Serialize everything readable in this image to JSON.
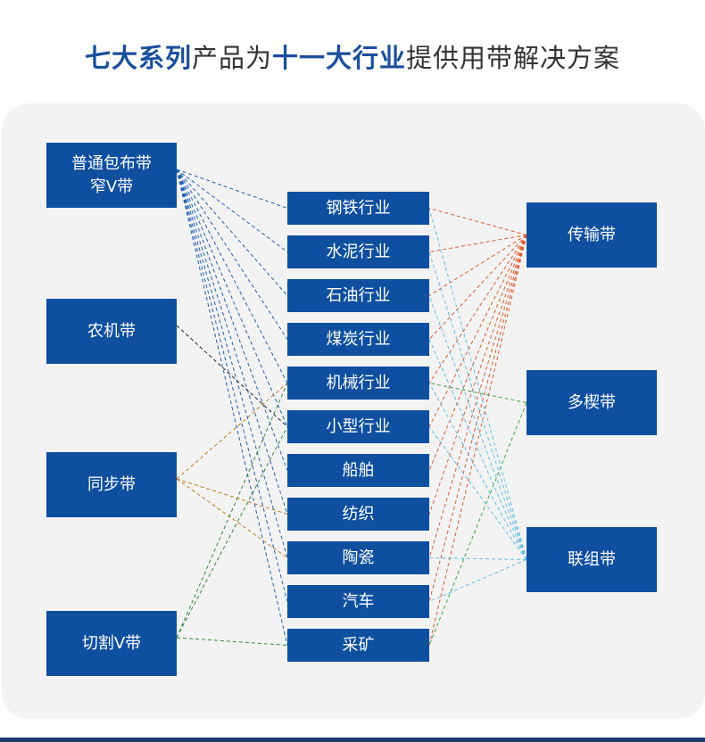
{
  "title": {
    "part1": "七大系列",
    "part2": "产品为",
    "part3": "十一大行业",
    "part4": "提供用带解决方案"
  },
  "colors": {
    "accent": "#1a4f9c",
    "box": "#0e4fa0",
    "panel": "#f3f3f3",
    "link_blue": "#1f5fb5",
    "link_black": "#222222",
    "link_orange": "#c07a1c",
    "link_green": "#2f8a3a",
    "link_red": "#e05a2a",
    "link_lightblue": "#5fbde8",
    "link_lime": "#3aa83a"
  },
  "products_left": [
    {
      "id": "L1",
      "label": "普通包布带\n窄V带"
    },
    {
      "id": "L2",
      "label": "农机带"
    },
    {
      "id": "L3",
      "label": "同步带"
    },
    {
      "id": "L4",
      "label": "切割V带"
    }
  ],
  "industries": [
    {
      "id": "I1",
      "label": "钢铁行业"
    },
    {
      "id": "I2",
      "label": "水泥行业"
    },
    {
      "id": "I3",
      "label": "石油行业"
    },
    {
      "id": "I4",
      "label": "煤炭行业"
    },
    {
      "id": "I5",
      "label": "机械行业"
    },
    {
      "id": "I6",
      "label": "小型行业"
    },
    {
      "id": "I7",
      "label": "船舶"
    },
    {
      "id": "I8",
      "label": "纺织"
    },
    {
      "id": "I9",
      "label": "陶瓷"
    },
    {
      "id": "I10",
      "label": "汽车"
    },
    {
      "id": "I11",
      "label": "采矿"
    }
  ],
  "products_right": [
    {
      "id": "R1",
      "label": "传输带"
    },
    {
      "id": "R2",
      "label": "多楔带"
    },
    {
      "id": "R3",
      "label": "联组带"
    }
  ],
  "links": [
    {
      "from": "L1",
      "to": [
        "I1",
        "I2",
        "I3",
        "I4",
        "I5",
        "I6",
        "I7",
        "I8",
        "I9",
        "I10",
        "I11"
      ],
      "color": "link_blue"
    },
    {
      "from": "L2",
      "to": [
        "I6"
      ],
      "color": "link_black"
    },
    {
      "from": "L3",
      "to": [
        "I5",
        "I8",
        "I9"
      ],
      "color": "link_orange"
    },
    {
      "from": "L4",
      "to": [
        "I5",
        "I6",
        "I11"
      ],
      "color": "link_green"
    },
    {
      "from": "R1",
      "to": [
        "I1",
        "I2",
        "I3",
        "I4",
        "I5",
        "I6",
        "I7",
        "I8",
        "I9",
        "I10",
        "I11"
      ],
      "color": "link_red"
    },
    {
      "from": "R2",
      "to": [
        "I5",
        "I11"
      ],
      "color": "link_lime"
    },
    {
      "from": "R3",
      "to": [
        "I1",
        "I2",
        "I3",
        "I4",
        "I5",
        "I6",
        "I9",
        "I10"
      ],
      "color": "link_lightblue"
    }
  ]
}
